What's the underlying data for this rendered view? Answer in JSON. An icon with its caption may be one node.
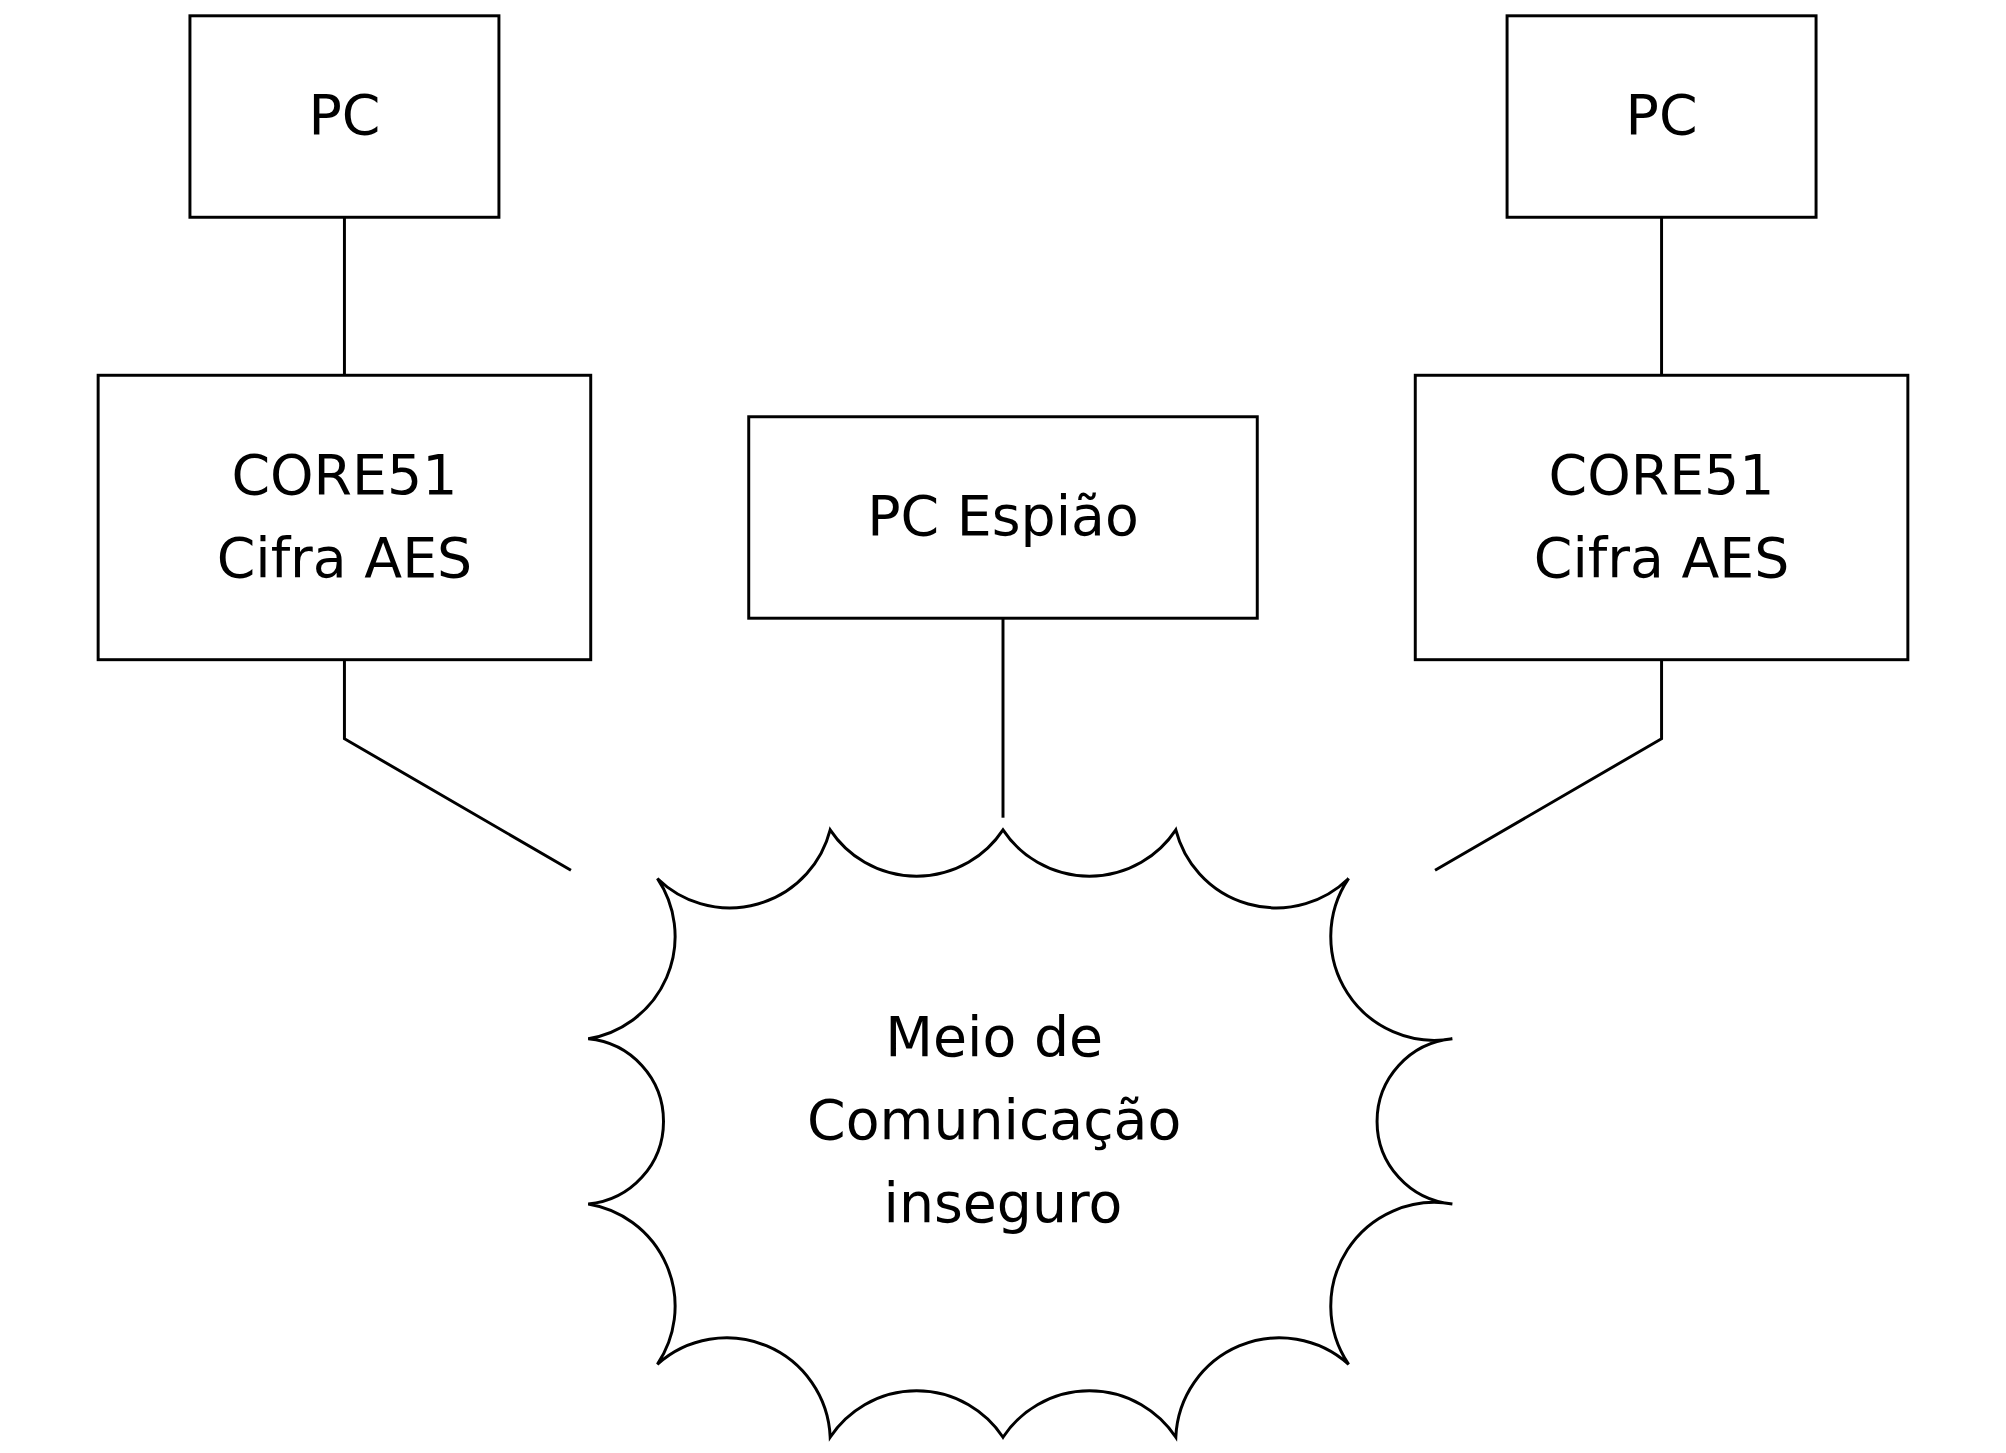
{
  "diagram": {
    "nodes": [
      {
        "text": [
          "PC"
        ]
      },
      {
        "text": [
          "PC Espião"
        ]
      },
      {
        "text": [
          "PC"
        ]
      },
      {
        "text": [
          "CORE51",
          "Cifra AES"
        ]
      },
      {
        "text": [
          "CORE51",
          "Cifra AES"
        ]
      },
      {
        "text": [
          "Meio de Comunicação inseguro"
        ]
      }
    ],
    "edges": [
      {
        "from": 0,
        "to": 3,
        "arrow": "none"
      },
      {
        "from": 3,
        "to": 5,
        "arrow": "none"
      },
      {
        "from": 1,
        "to": 5,
        "arrow": "none"
      },
      {
        "from": 2,
        "to": 4,
        "arrow": "none"
      },
      {
        "from": 4,
        "to": 5,
        "arrow": "none"
      }
    ]
  }
}
